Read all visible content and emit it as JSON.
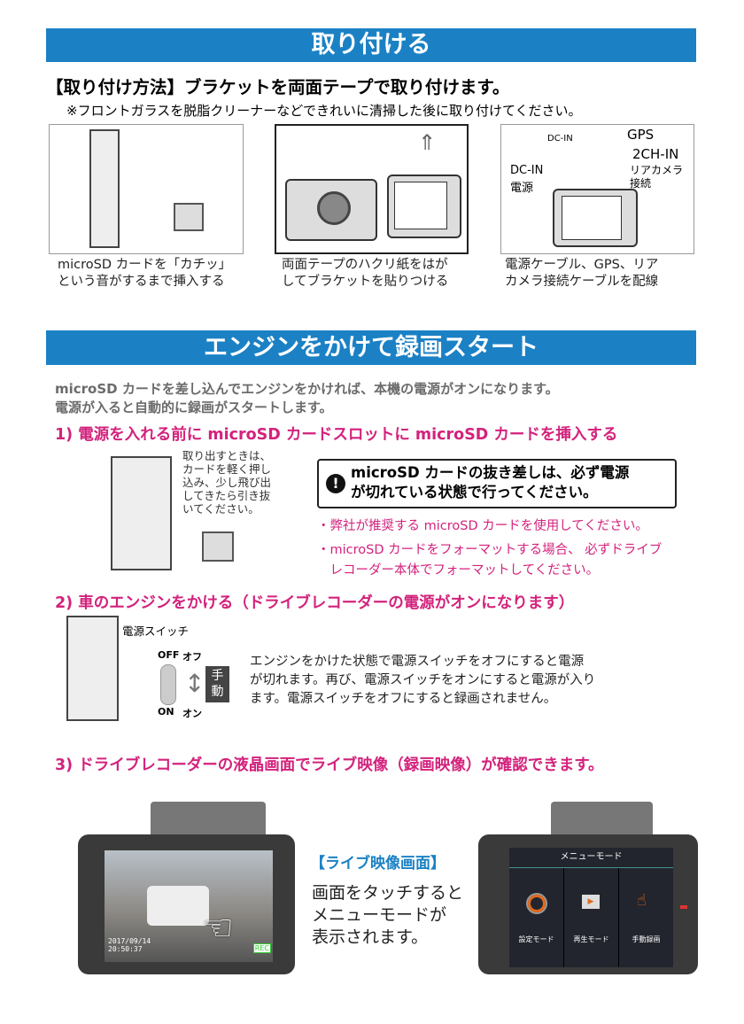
{
  "section1": {
    "title": "取り付ける",
    "method": "【取り付け方法】ブラケットを両面テープで取り付けます。",
    "note": "※フロントガラスを脱脂クリーナーなどできれいに清掃した後に取り付けてください。",
    "steps": [
      {
        "caption": "microSD カードを「カチッ」\nという音がするまで挿入する"
      },
      {
        "caption": "両面テープのハクリ紙をはが\nしてブラケットを貼りつける"
      },
      {
        "caption": "電源ケーブル、GPS、リア\nカメラ接続ケーブルを配線",
        "labels": {
          "dcin_cable": "DC-IN",
          "gps": "GPS",
          "ch2": "2CH-IN",
          "rear": "リアカメラ",
          "connect": "接続",
          "dcin": "DC-IN",
          "power": "電源"
        }
      }
    ]
  },
  "section2": {
    "title": "エンジンをかけて録画スタート",
    "intro1": "microSD カードを差し込んでエンジンをかければ、本機の電源がオンになります。",
    "intro2": "電源が入ると自動的に録画がスタートします。",
    "step1": {
      "heading": "1) 電源を入れる前に microSD カードスロットに microSD カードを挿入する",
      "remove_note": "取り出すときは、\nカードを軽く押し\n込み、少し飛び出\nしてきたら引き抜\nいてください。",
      "warning": "microSD カードの抜き差しは、必ず電源\nが切れている状態で行ってください。",
      "bullets": [
        "・弊社が推奨する microSD カードを使用してください。",
        "・microSD カードをフォーマットする場合、 必ずドライブ\n　レコーダー本体でフォーマットしてください。"
      ]
    },
    "step2": {
      "heading": "2) 車のエンジンをかける（ドライブレコーダーの電源がオンになります）",
      "switch_label": "電源スイッチ",
      "off": "OFF",
      "off_kana": "オフ",
      "on": "ON",
      "on_kana": "オン",
      "manual": "手\n動",
      "text": "エンジンをかけた状態で電源スイッチをオフにすると電源\nが切れます。再び、電源スイッチをオンにすると電源が入り\nます。電源スイッチをオフにすると録画されません。"
    },
    "step3": {
      "heading": "3) ドライブレコーダーの液晶画面でライブ映像（録画映像）が確認できます。",
      "live_label": "【ライブ映像画面】",
      "live_text": "画面をタッチすると\nメニューモードが\n表示されます。",
      "osd_date": "2017/09/14",
      "osd_time": "20:50:37",
      "osd_rec": "REC",
      "menu": {
        "title": "メニューモード",
        "items": [
          "設定モード",
          "再生モード",
          "手動録画"
        ]
      }
    }
  },
  "colors": {
    "band": "#1b81c4",
    "magenta": "#d3227c",
    "gray": "#6b6b6b",
    "menu_accent": "#e06a1e"
  }
}
